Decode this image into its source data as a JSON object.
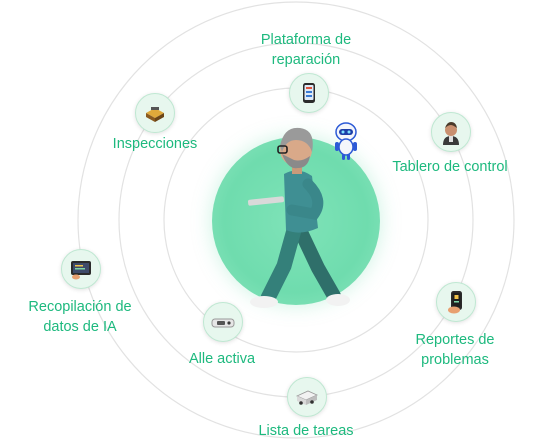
{
  "diagram": {
    "nodes": [
      {
        "key": "repair",
        "label_lines": [
          "Plataforma de",
          "reparación"
        ],
        "icon": "phone-app-icon"
      },
      {
        "key": "inspections",
        "label_lines": [
          "Inspecciones"
        ],
        "icon": "toolbox-icon"
      },
      {
        "key": "dashboard",
        "label_lines": [
          "Tablero de control"
        ],
        "icon": "worker-avatar-icon"
      },
      {
        "key": "ai_data",
        "label_lines": [
          "Recopilación de",
          "datos de IA"
        ],
        "icon": "tablet-data-icon"
      },
      {
        "key": "alle_active",
        "label_lines": [
          "Alle activa"
        ],
        "icon": "device-icon"
      },
      {
        "key": "reports",
        "label_lines": [
          "Reportes de",
          "problemas"
        ],
        "icon": "phone-hand-icon"
      },
      {
        "key": "tasks",
        "label_lines": [
          "Lista de tareas"
        ],
        "icon": "truck-icon"
      }
    ],
    "colors": {
      "label": "#1db97e",
      "ring": "#e2e2e2",
      "hub": "#6fdcae",
      "node_bg": "#e7f7ee"
    },
    "center": {
      "figure_icon": "walking-man-with-laptop-icon",
      "robot_icon": "robot-mascot-icon"
    }
  }
}
